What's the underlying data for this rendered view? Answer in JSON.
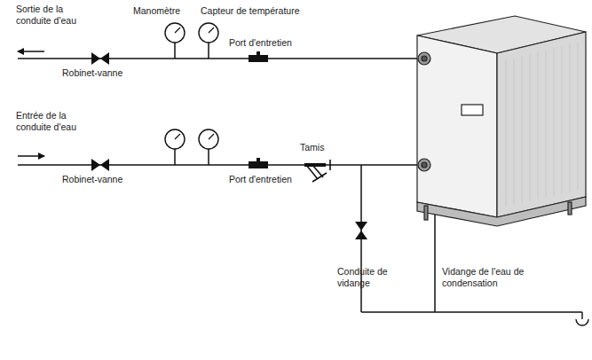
{
  "diagram": {
    "labels": [
      "Sortie de la conduite d'eau",
      "Manomètre",
      "Capteur de température",
      "Robinet-vanne",
      "Port d'entretien",
      "Entrée de la conduite d'eau",
      "Tamis",
      "Robinet-vanne",
      "Port d'entretien",
      "Conduite de vidange",
      "Vidange de l'eau de condensation"
    ]
  }
}
